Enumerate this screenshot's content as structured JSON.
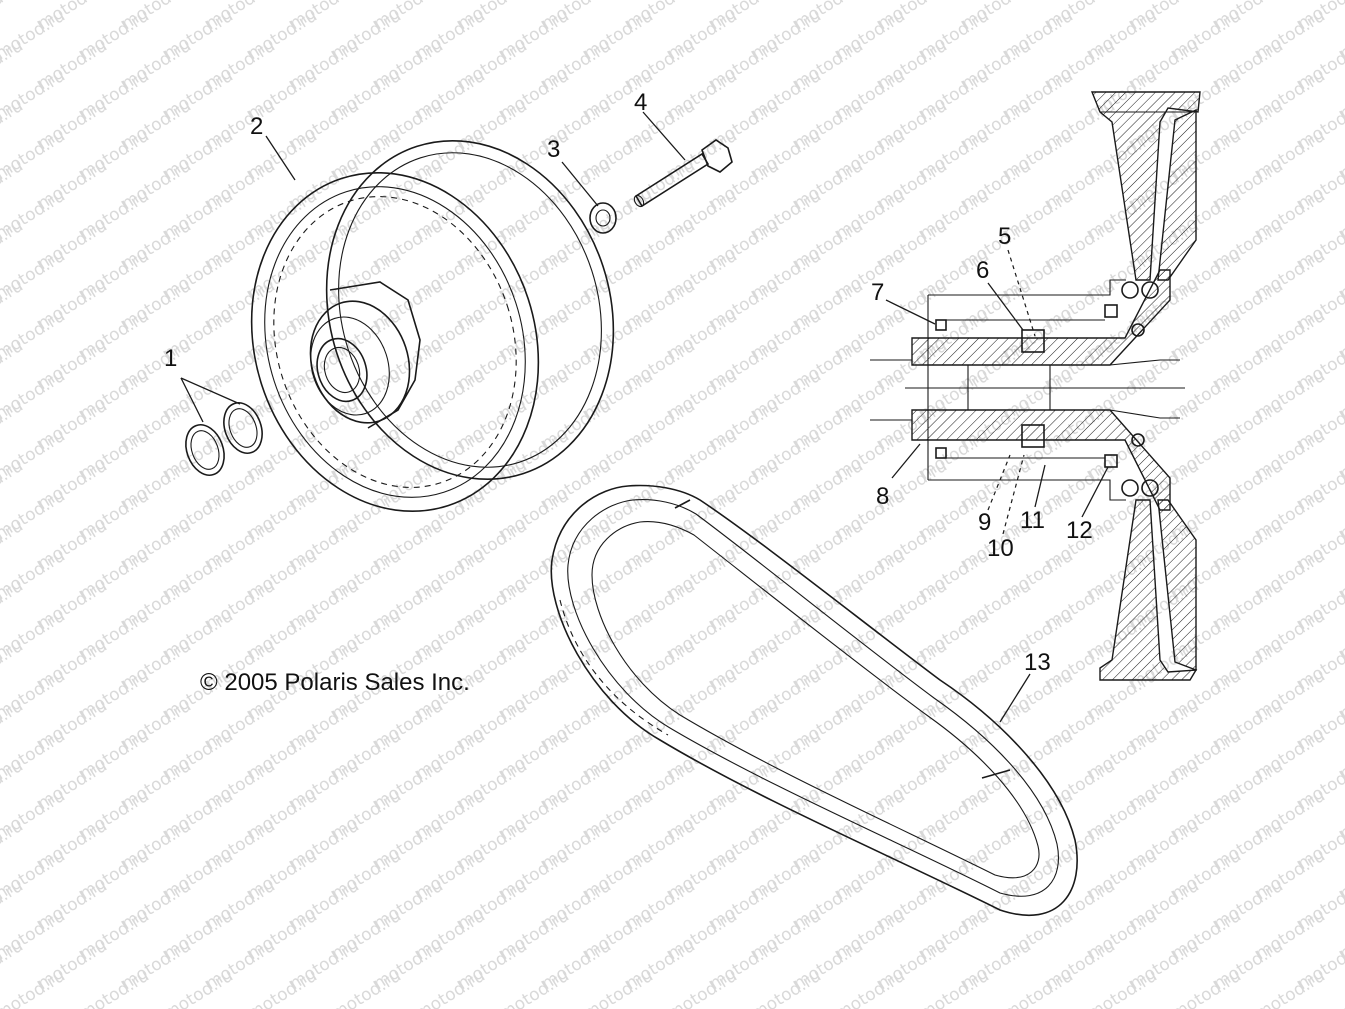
{
  "copyright": "© 2005 Polaris Sales Inc.",
  "watermark": "motod.ru",
  "callouts": [
    "1",
    "2",
    "3",
    "4",
    "5",
    "6",
    "7",
    "8",
    "9",
    "10",
    "11",
    "12",
    "13"
  ]
}
